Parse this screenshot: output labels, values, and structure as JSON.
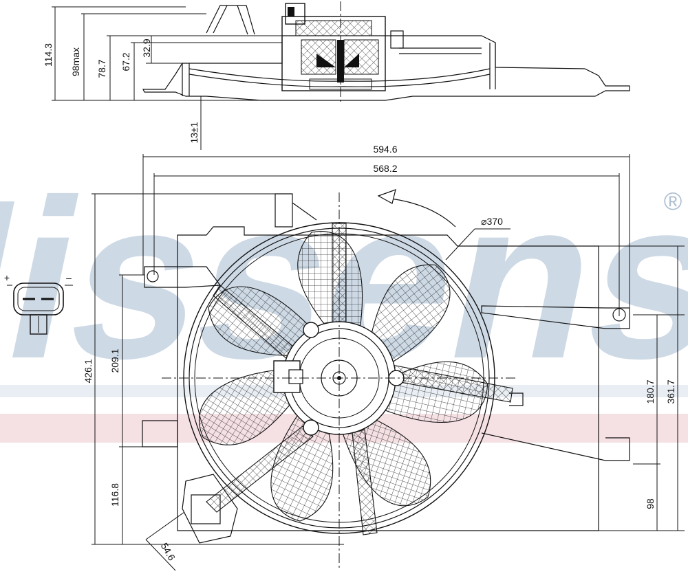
{
  "watermark": {
    "text": "Nissens",
    "registered": "®"
  },
  "side_view": {
    "dimensions": {
      "overall_height": "114.3",
      "max_height": "98max",
      "height_a": "78.7",
      "height_b": "67.2",
      "height_c": "32.9",
      "offset": "13±1"
    }
  },
  "front_view": {
    "dimensions": {
      "outer_width": "594.6",
      "mount_width": "568.2",
      "fan_diameter": "⌀370",
      "overall_height": "426.1",
      "center_height": "209.1",
      "bracket_height": "116.8",
      "right_mid": "180.7",
      "right_height": "361.7",
      "right_low": "98",
      "connector_size": "54.6"
    }
  },
  "connector": {
    "plus_label": "+",
    "minus_label": "–"
  }
}
